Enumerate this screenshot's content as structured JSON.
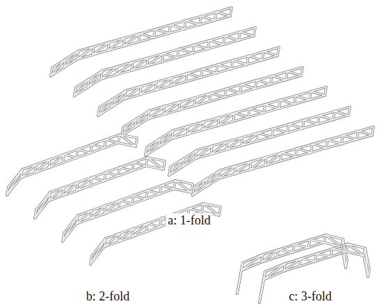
{
  "diagram": {
    "labels": [
      "a: 1-fold",
      "b: 2-fold",
      "c: 3-fold"
    ]
  }
}
